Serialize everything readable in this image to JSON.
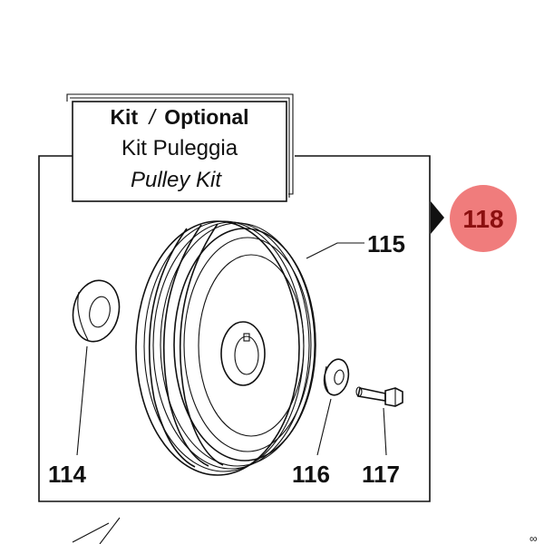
{
  "title_box": {
    "line1_bold": "Kit",
    "line1_sep": "/",
    "line1_rest": "Optional",
    "line2": "Kit Puleggia",
    "line3": "Pulley Kit"
  },
  "kit_reference": {
    "number": "118",
    "color": "#f07c7c",
    "text_color": "#8b0f0f"
  },
  "parts": [
    {
      "number": "115",
      "description": "pulley"
    },
    {
      "number": "114",
      "description": "spacer"
    },
    {
      "number": "116",
      "description": "washer"
    },
    {
      "number": "117",
      "description": "bolt"
    }
  ]
}
